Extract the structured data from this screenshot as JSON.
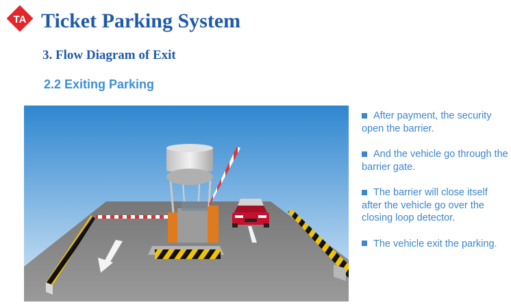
{
  "header": {
    "logo_text": "TA",
    "title": "Ticket Parking System"
  },
  "section_title": "3. Flow Diagram of Exit",
  "subsection_title": "2.2 Exiting Parking",
  "illustration": {
    "icons": [
      "exit-arrow-icon",
      "barrier-gate-icon",
      "security-booth-icon",
      "car-icon"
    ],
    "colors": {
      "sky": "#2f86d0",
      "road": "#8a8a8a",
      "barrier_stripe": "#e23030",
      "booth": "#e07a1f",
      "car": "#c8102e",
      "curb_yellow": "#f2c400"
    }
  },
  "bullets": [
    "After payment, the security open the barrier.",
    "And the vehicle go through the barrier gate.",
    "The barrier will close itself after the vehicle go over the closing loop detector.",
    "The vehicle exit the parking."
  ],
  "colors": {
    "title": "#1f5aa8",
    "subsection": "#3d8fd6",
    "bullet_text": "#3b86cf",
    "logo": "#e2262b"
  }
}
